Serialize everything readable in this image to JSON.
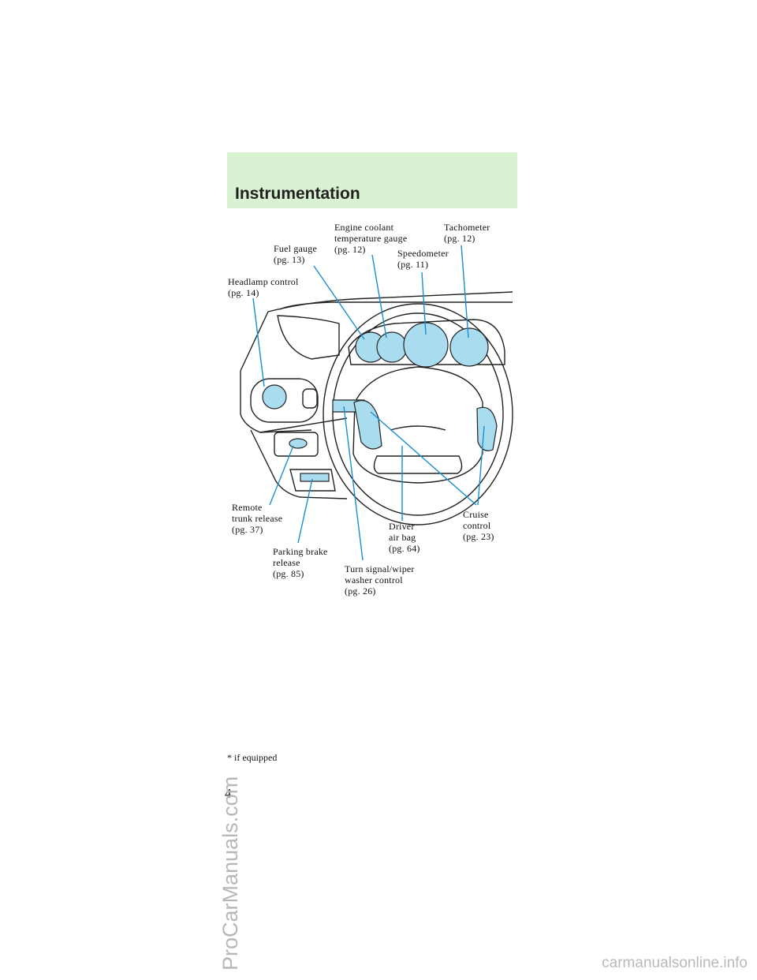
{
  "header": {
    "title": "Instrumentation"
  },
  "callouts": {
    "headlamp": "Headlamp control\n(pg. 14)",
    "fuel": "Fuel gauge\n(pg. 13)",
    "coolant": "Engine coolant\ntemperature gauge\n(pg. 12)",
    "speedometer": "Speedometer\n(pg. 11)",
    "tachometer": "Tachometer\n(pg. 12)",
    "trunk": "Remote\ntrunk release\n(pg. 37)",
    "parking": "Parking brake\nrelease\n(pg. 85)",
    "turn_signal": "Turn signal/wiper\nwasher control\n(pg. 26)",
    "airbag": "Driver\nair bag\n(pg. 64)",
    "cruise": "Cruise\ncontrol\n(pg. 23)"
  },
  "footnote": "* if equipped",
  "page_number": "4",
  "watermarks": {
    "side": "ProCarManuals.com",
    "bottom": "carmanualsonline.info"
  },
  "colors": {
    "header_band": "#d9f2d1",
    "highlight": "#a9dcef",
    "callout_line": "#1a8fd0"
  }
}
